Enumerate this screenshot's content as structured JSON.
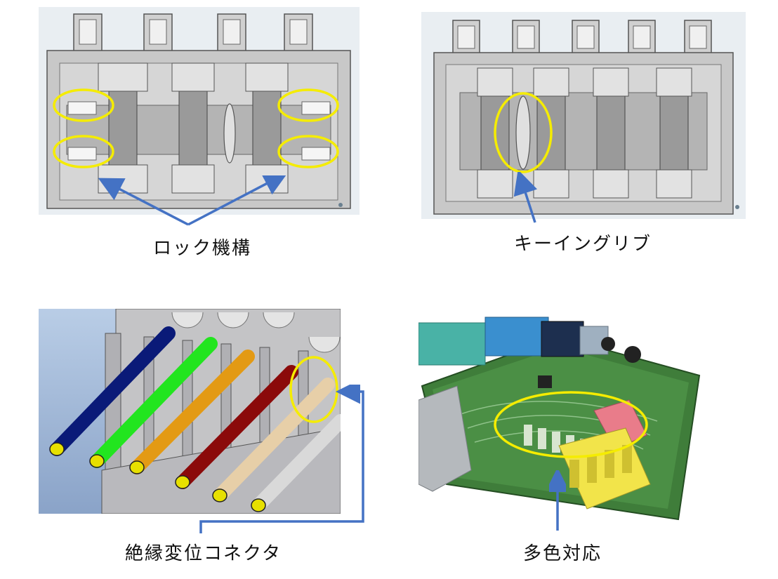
{
  "figures": [
    {
      "id": "lock",
      "caption": "ロック機構",
      "image": "connector-front-view-with-latches"
    },
    {
      "id": "keying",
      "caption": "キーイングリブ",
      "image": "connector-front-view-with-keying-rib"
    },
    {
      "id": "idc",
      "caption": "絶縁変位コネクタ",
      "image": "idc-connector-with-colored-wires"
    },
    {
      "id": "multicolor",
      "caption": "多色対応",
      "image": "pcb-with-multicolor-terminal-blocks"
    }
  ],
  "colors": {
    "highlight": "#f5ec00",
    "arrow": "#4472c4",
    "connector_gray": "#c8c8c8",
    "wire_colors": [
      "#0a1a78",
      "#22e51f",
      "#e39a14",
      "#8b0a0a",
      "#e7cfa8",
      "#d9d9d9"
    ]
  }
}
